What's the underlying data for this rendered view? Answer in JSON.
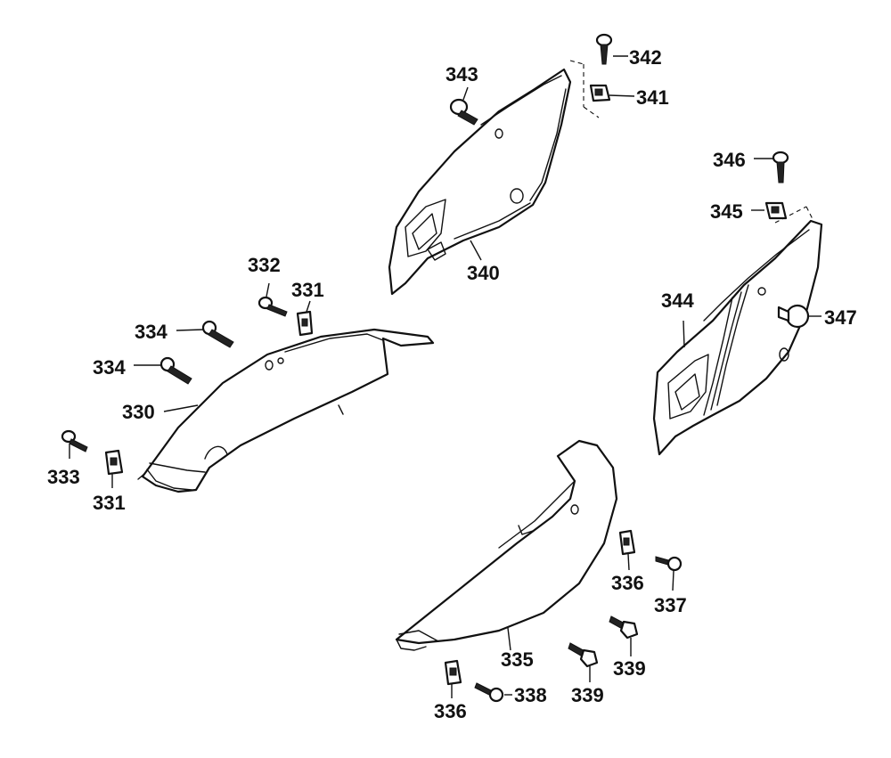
{
  "callouts": [
    {
      "id": "c330",
      "text": "330"
    },
    {
      "id": "c331a",
      "text": "331"
    },
    {
      "id": "c331b",
      "text": "331"
    },
    {
      "id": "c332",
      "text": "332"
    },
    {
      "id": "c333",
      "text": "333"
    },
    {
      "id": "c334a",
      "text": "334"
    },
    {
      "id": "c334b",
      "text": "334"
    },
    {
      "id": "c335",
      "text": "335"
    },
    {
      "id": "c336a",
      "text": "336"
    },
    {
      "id": "c336b",
      "text": "336"
    },
    {
      "id": "c337",
      "text": "337"
    },
    {
      "id": "c338",
      "text": "338"
    },
    {
      "id": "c339a",
      "text": "339"
    },
    {
      "id": "c339b",
      "text": "339"
    },
    {
      "id": "c340",
      "text": "340"
    },
    {
      "id": "c341",
      "text": "341"
    },
    {
      "id": "c342",
      "text": "342"
    },
    {
      "id": "c343",
      "text": "343"
    },
    {
      "id": "c344",
      "text": "344"
    },
    {
      "id": "c345",
      "text": "345"
    },
    {
      "id": "c346",
      "text": "346"
    },
    {
      "id": "c347",
      "text": "347"
    }
  ]
}
